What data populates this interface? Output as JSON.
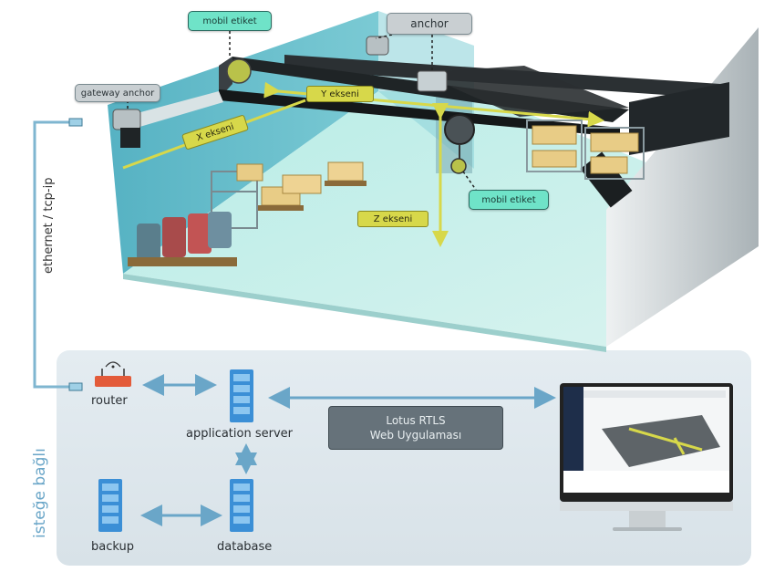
{
  "labels": {
    "mobil_etiket_top": "mobil etiket",
    "anchor": "anchor",
    "gateway_anchor": "gateway anchor",
    "y_axis": "Y ekseni",
    "x_axis": "X ekseni",
    "z_axis": "Z ekseni",
    "mobil_etiket_right": "mobil etiket",
    "ethernet": "ethernet / tcp-ip",
    "isteğe": "isteğe bağlı"
  },
  "network": {
    "router": "router",
    "app_server": "application server",
    "backup": "backup",
    "database": "database",
    "webapp_line1": "Lotus RTLS",
    "webapp_line2": "Web Uygulaması"
  },
  "colors": {
    "tag_green": "#6fe3c8",
    "axis_yellow": "#d7d84a",
    "floor": "#bfe9e6",
    "wall": "#6fc0cc",
    "panel": "#dfe8ed",
    "arrow": "#6aa6c8"
  },
  "icons": [
    "router-icon",
    "server-icon",
    "database-icon",
    "monitor-icon",
    "rj45-icon",
    "pallet-icon",
    "barrel-icon"
  ]
}
